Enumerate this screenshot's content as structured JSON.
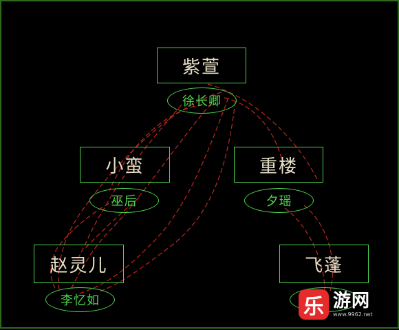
{
  "colors": {
    "background": "#000000",
    "box_border": "#4fd64f",
    "name_text": "#e8e0c8",
    "relation_text": "#4fd64f",
    "connector": "#c0281e"
  },
  "nodes": [
    {
      "id": "ziyuan",
      "name": "紫萱",
      "relation": "徐长卿"
    },
    {
      "id": "xiaoman",
      "name": "小蛮",
      "relation": "巫后"
    },
    {
      "id": "chonglou",
      "name": "重楼",
      "relation": "夕瑶"
    },
    {
      "id": "zhaolinger",
      "name": "赵灵儿",
      "relation": "李忆如"
    },
    {
      "id": "feipeng",
      "name": "飞蓬",
      "relation": ""
    }
  ],
  "watermark": {
    "badge": "乐",
    "name": "游网",
    "url": "www.9962.net"
  }
}
